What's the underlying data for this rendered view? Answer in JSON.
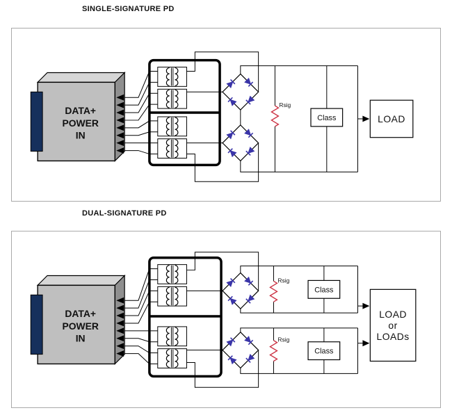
{
  "titles": {
    "single": "SINGLE-SIGNATURE PD",
    "dual": "DUAL-SIGNATURE PD"
  },
  "single": {
    "source": {
      "line1": "DATA+",
      "line2": "POWER",
      "line3": "IN"
    },
    "rsig_label": "Rsig",
    "class_label": "Class",
    "load_label": "LOAD"
  },
  "dual": {
    "source": {
      "line1": "DATA+",
      "line2": "POWER",
      "line3": "IN"
    },
    "top_channel": {
      "rsig_label": "Rsig",
      "class_label": "Class"
    },
    "bottom_channel": {
      "rsig_label": "Rsig",
      "class_label": "Class"
    },
    "load": {
      "line1": "LOAD",
      "line2": "or",
      "line3": "LOADs"
    }
  },
  "colors": {
    "diode": "#3a35a8",
    "resistor": "#cc3344",
    "connector_panel": "#16305c",
    "source_box_fill": "#bfbfbf",
    "source_box_top": "#d6d6d6",
    "source_box_side": "#8f8f8f"
  }
}
